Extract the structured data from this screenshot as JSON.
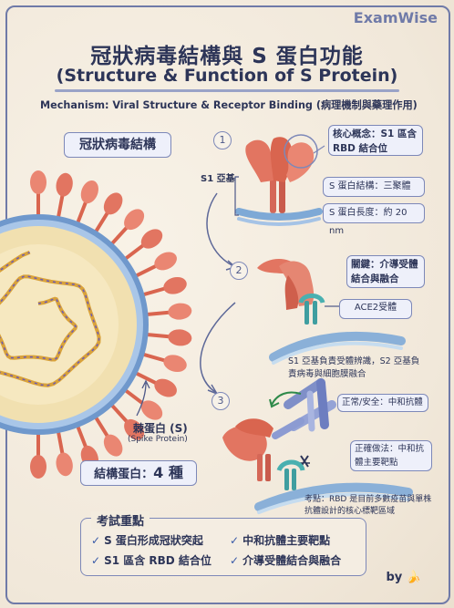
{
  "brand": "ExamWise",
  "header": {
    "title": "冠狀病毒結構與 S 蛋白功能",
    "subtitle": "(Structure & Function of S Protein)",
    "mechanism": "Mechanism: Viral Structure & Receptor Binding (病理機制與藥理作用)"
  },
  "left_panel": {
    "virus_label": "冠狀病毒結構",
    "spike_label": "棘蛋白 (S)",
    "spike_label_en": "(Spike Protein)",
    "structural_proteins_label": "結構蛋白：",
    "structural_proteins_count": "4 種"
  },
  "steps": [
    {
      "number": "1",
      "s1_label": "S1 亞基",
      "core_concept": "核心概念：S1 區含 RBD 結合位",
      "structure": "S 蛋白結構：三聚體",
      "length": "S 蛋白長度：約 20 nm"
    },
    {
      "number": "2",
      "key": "關鍵：介導受體結合與融合",
      "receptor": "ACE2受體",
      "note": "S1 亞基負責受體辨識，S2 亞基負責病毒與細胞膜融合"
    },
    {
      "number": "3",
      "normal": "正常/安全：中和抗體",
      "correct": "正確做法：中和抗體主要靶點",
      "exam_point": "考點：RBD 是目前多數疫苗與單株抗體設計的核心標靶區域"
    }
  ],
  "exam_points": {
    "title": "考試重點",
    "items": [
      "S 蛋白形成冠狀突起",
      "中和抗體主要靶點",
      "S1 區含 RBD 結合位",
      "介導受體結合與融合"
    ]
  },
  "footer": {
    "by": "by"
  },
  "colors": {
    "accent": "#6f7aa8",
    "spike": "#e0705e",
    "envelope": "#8ab0d8",
    "receptor": "#4aa8a8",
    "antibody": "#7f8fc8"
  }
}
